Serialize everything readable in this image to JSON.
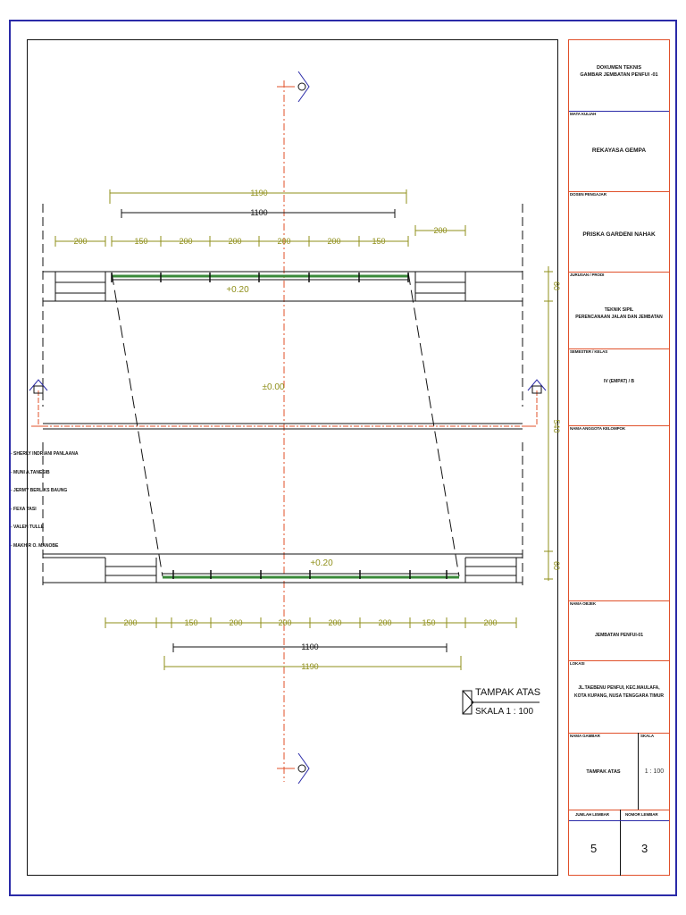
{
  "drawing": {
    "dims_top": {
      "total_1190": "1190",
      "total_1100": "1100",
      "left_200": "200",
      "right_200": "200",
      "seg_150a": "150",
      "seg_200a": "200",
      "seg_200b": "200",
      "seg_200c": "200",
      "seg_200d": "200",
      "seg_150b": "150"
    },
    "dims_bottom": {
      "left_200": "200",
      "seg_150a": "150",
      "seg_200a": "200",
      "seg_200b": "200",
      "seg_200c": "200",
      "seg_200d": "200",
      "seg_150b": "150",
      "right_200": "200",
      "total_1100": "1100",
      "total_1190": "1190"
    },
    "elev_top": "+0.20",
    "elev_mid": "±0.00",
    "elev_bottom": "+0.20",
    "side_dims": {
      "top": "60",
      "mid": "540",
      "bottom": "60"
    },
    "view_title": "TAMPAK ATAS",
    "view_scale": "SKALA 1 : 100",
    "colors": {
      "dimension": "#8f8f1a",
      "axis": "#e0502a",
      "marker": "#2a2aa8",
      "rail": "#3a8a3a"
    }
  },
  "title_block": {
    "doc_title_1": "DOKUMEN TEKNIS",
    "doc_title_2": "GAMBAR JEMBATAN  PENFUI -01",
    "label_matkul": "MATA KULIAH",
    "matkul": "REKAYASA GEMPA",
    "label_dosen": "DOSEN PENGAJAR",
    "dosen": "PRISKA GARDENI NAHAK",
    "label_jurusan": "JURUSAN / PRODI",
    "jurusan_1": "TEKNIK SIPIL",
    "jurusan_2": "PERENCANAAN JALAN DAN JEMBATAN",
    "label_semester": "SEMESTER / KELAS",
    "semester": "IV (EMPAT) / B",
    "label_anggota": "NAMA ANGGOTA KELOMPOK",
    "members": [
      "- SHERLY INDRIANI PANLAANA",
      "- MUNI A.TANESIB",
      "- JERMY BERLIKS BAUNG",
      "- FEXA TASI",
      "- VALEN TULLE",
      "- MAKHIR O. MANOBE"
    ],
    "label_objek": "NAMA OBJEK",
    "objek": "JEMBATAN PENFUI-01",
    "label_lokasi": "LOKASI",
    "lokasi_1": "JL.TAEBENU PENFUI, KEC.MAULAFA,",
    "lokasi_2": "KOTA KUPANG, NUSA TENGGARA TIMUR",
    "label_nama_gambar": "NAMA GAMBAR",
    "label_skala": "SKALA",
    "nama_gambar": "TAMPAK ATAS",
    "skala": "1 : 100",
    "label_jumlah": "JUMLAH LEMBAR",
    "label_nomor": "NOMOR LEMBAR",
    "jumlah": "5",
    "nomor": "3"
  }
}
